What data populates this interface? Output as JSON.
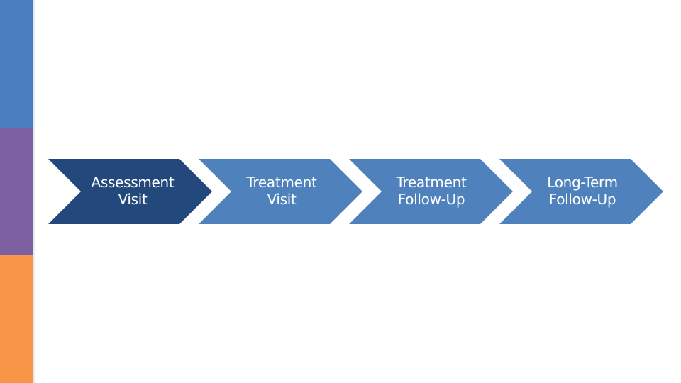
{
  "slide": {
    "accent_colors": {
      "blue": "#4a7dbf",
      "purple": "#7c5fa0",
      "orange": "#f79646"
    }
  },
  "process": {
    "steps": [
      {
        "line1": "Assessment",
        "line2": "Visit",
        "fill": "#22487c",
        "active": true
      },
      {
        "line1": "Treatment",
        "line2": "Visit",
        "fill": "#4f81bd",
        "active": false
      },
      {
        "line1": "Treatment",
        "line2": "Follow-Up",
        "fill": "#4f81bd",
        "active": false
      },
      {
        "line1": "Long-Term",
        "line2": "Follow-Up",
        "fill": "#4f81bd",
        "active": false
      }
    ]
  }
}
